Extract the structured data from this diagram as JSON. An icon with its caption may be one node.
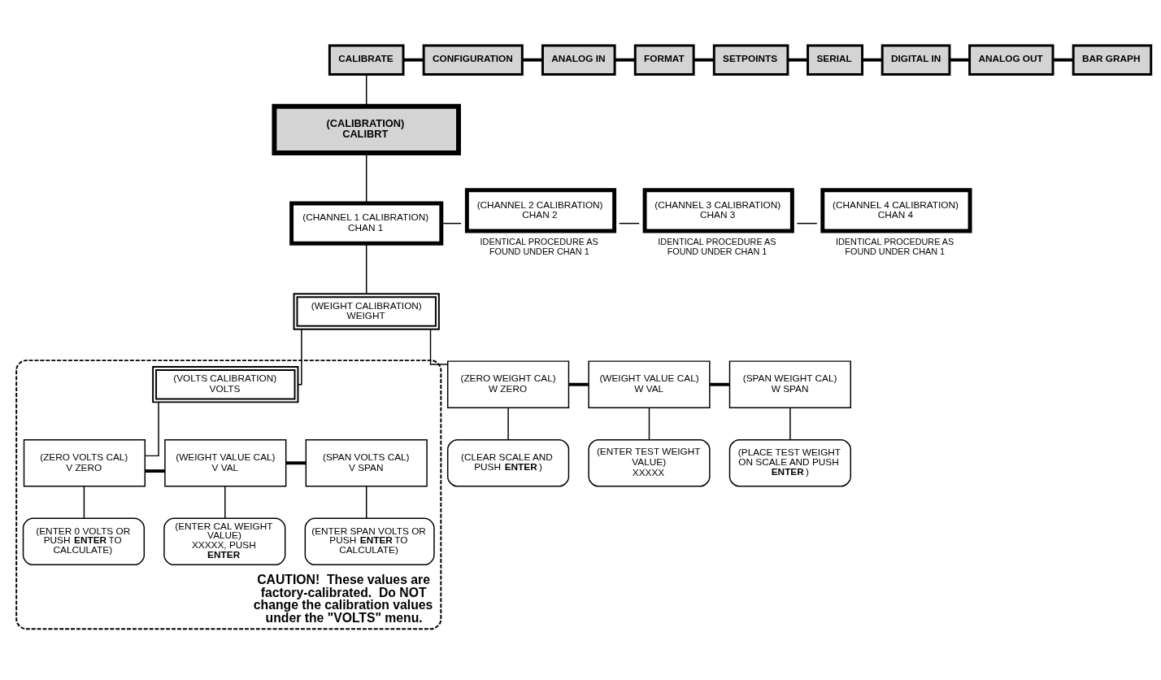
{
  "diagram": {
    "nodes": [
      {
        "text": [
          "CALIBRATE"
        ]
      },
      {
        "text": [
          "CONFIGURATION"
        ]
      },
      {
        "text": [
          "ANALOG IN"
        ]
      },
      {
        "text": [
          "FORMAT"
        ]
      },
      {
        "text": [
          "SETPOINTS"
        ]
      },
      {
        "text": [
          "SERIAL"
        ]
      },
      {
        "text": [
          "DIGITAL IN"
        ]
      },
      {
        "text": [
          "ANALOG OUT"
        ]
      },
      {
        "text": [
          "BAR GRAPH"
        ]
      },
      {
        "text": [
          "(CALIBRATION)",
          "CALIBRT"
        ]
      },
      {
        "text": [
          "(CHANNEL 1 CALIBRATION)",
          "CHAN 1"
        ]
      },
      {
        "text": [
          "(CHANNEL 2 CALIBRATION)",
          "CHAN 2"
        ],
        "beside": [
          "IDENTICAL PROCEDURE AS FOUND UNDER CHAN 1"
        ]
      },
      {
        "text": [
          "(CHANNEL 3 CALIBRATION)",
          "CHAN 3"
        ],
        "beside": [
          "IDENTICAL PROCEDURE AS FOUND UNDER CHAN 1"
        ]
      },
      {
        "text": [
          "(CHANNEL 4 CALIBRATION)",
          "CHAN 4"
        ],
        "beside": [
          "IDENTICAL PROCEDURE AS FOUND UNDER CHAN 1"
        ]
      },
      {
        "text": [
          "(WEIGHT CALIBRATION)",
          "WEIGHT"
        ]
      },
      {
        "text": [
          "CAUTION!  These values are factory-calibrated.  Do NOT change the calibration values under the \"VOLTS\" menu."
        ]
      },
      {
        "text": [
          "(VOLTS CALIBRATION)",
          "VOLTS"
        ],
        "in": 15
      },
      {
        "text": [
          "(ZERO WEIGHT CAL)",
          "W ZERO"
        ]
      },
      {
        "text": [
          "(WEIGHT VALUE CAL)",
          "W VAL"
        ]
      },
      {
        "text": [
          "(SPAN WEIGHT CAL)",
          "W SPAN"
        ]
      },
      {
        "text": [
          "(ZERO VOLTS CAL)",
          "V ZERO"
        ],
        "in": 15
      },
      {
        "text": [
          "(WEIGHT VALUE CAL)",
          "V VAL"
        ],
        "in": 15
      },
      {
        "text": [
          "(SPAN VOLTS CAL)",
          "V SPAN"
        ],
        "in": 15
      },
      {
        "text": [
          "(CLEAR SCALE AND PUSH **ENTER**)"
        ]
      },
      {
        "text": [
          "(ENTER TEST WEIGHT VALUE)",
          "XXXXX"
        ]
      },
      {
        "text": [
          "(PLACE TEST WEIGHT ON SCALE AND PUSH **ENTER**)"
        ]
      },
      {
        "text": [
          "(ENTER 0 VOLTS OR PUSH **ENTER** TO CALCULATE)"
        ],
        "in": 15
      },
      {
        "text": [
          "(ENTER CAL WEIGHT VALUE)",
          "XXXXX, PUSH **ENTER**"
        ],
        "in": 15
      },
      {
        "text": [
          "(ENTER SPAN VOLTS OR PUSH **ENTER** TO CALCULATE)"
        ],
        "in": 15
      }
    ],
    "edges": [
      {
        "from": 0,
        "to": 1,
        "arrow": "none",
        "style": "thick"
      },
      {
        "from": 1,
        "to": 2,
        "arrow": "none",
        "style": "thick"
      },
      {
        "from": 2,
        "to": 3,
        "arrow": "none",
        "style": "thick"
      },
      {
        "from": 3,
        "to": 4,
        "arrow": "none",
        "style": "thick"
      },
      {
        "from": 4,
        "to": 5,
        "arrow": "none",
        "style": "thick"
      },
      {
        "from": 5,
        "to": 6,
        "arrow": "none",
        "style": "thick"
      },
      {
        "from": 6,
        "to": 7,
        "arrow": "none",
        "style": "thick"
      },
      {
        "from": 7,
        "to": 8,
        "arrow": "none",
        "style": "thick"
      },
      {
        "from": 0,
        "to": 9,
        "arrow": "none"
      },
      {
        "from": 9,
        "to": 10,
        "arrow": "none"
      },
      {
        "from": 10,
        "to": 11,
        "arrow": "none"
      },
      {
        "from": 11,
        "to": 12,
        "arrow": "none"
      },
      {
        "from": 12,
        "to": 13,
        "arrow": "none"
      },
      {
        "from": 10,
        "to": 14,
        "arrow": "none"
      },
      {
        "from": 14,
        "to": 16,
        "arrow": "none"
      },
      {
        "from": 14,
        "to": 17,
        "arrow": "none"
      },
      {
        "from": 17,
        "to": 18,
        "arrow": "none",
        "style": "thick"
      },
      {
        "from": 18,
        "to": 19,
        "arrow": "none",
        "style": "thick"
      },
      {
        "from": 16,
        "to": 20,
        "arrow": "none"
      },
      {
        "from": 20,
        "to": 21,
        "arrow": "none",
        "style": "thick"
      },
      {
        "from": 21,
        "to": 22,
        "arrow": "none",
        "style": "thick"
      },
      {
        "from": 17,
        "to": 23,
        "arrow": "none"
      },
      {
        "from": 18,
        "to": 24,
        "arrow": "none"
      },
      {
        "from": 19,
        "to": 25,
        "arrow": "none"
      },
      {
        "from": 20,
        "to": 26,
        "arrow": "none"
      },
      {
        "from": 21,
        "to": 27,
        "arrow": "none"
      },
      {
        "from": 22,
        "to": 28,
        "arrow": "none"
      }
    ]
  }
}
